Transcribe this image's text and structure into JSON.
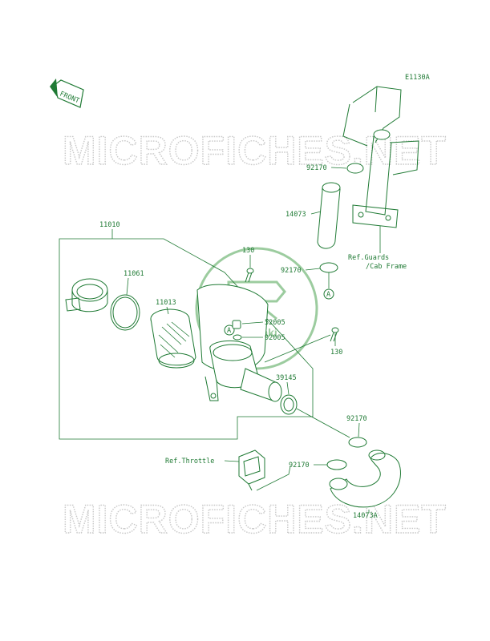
{
  "diagram_code": "E1130A",
  "front_label": "FRONT",
  "watermark": "MICROFICHES.NET",
  "logo_text": "Kawasaki",
  "colors": {
    "line": "#1f7a34",
    "watermark": "#c8c8c8",
    "logo": "#9ccc9f",
    "background": "#ffffff"
  },
  "labels": {
    "p11010": "11010",
    "p11061": "11061",
    "p11013": "11013",
    "p130_top": "130",
    "p130_right": "130",
    "p92170_top": "92170",
    "p14073": "14073",
    "p92170_mid": "92170",
    "ref_a_upper": "A",
    "ref_a_body": "A",
    "p52005": "52005",
    "p92005": "92005",
    "p39145": "39145",
    "p92170_low1": "92170",
    "p92170_low2": "92170",
    "p14073A": "14073A",
    "ref_throttle": "Ref.Throttle",
    "ref_guards_1": "Ref.Guards",
    "ref_guards_2": "/Cab Frame"
  }
}
